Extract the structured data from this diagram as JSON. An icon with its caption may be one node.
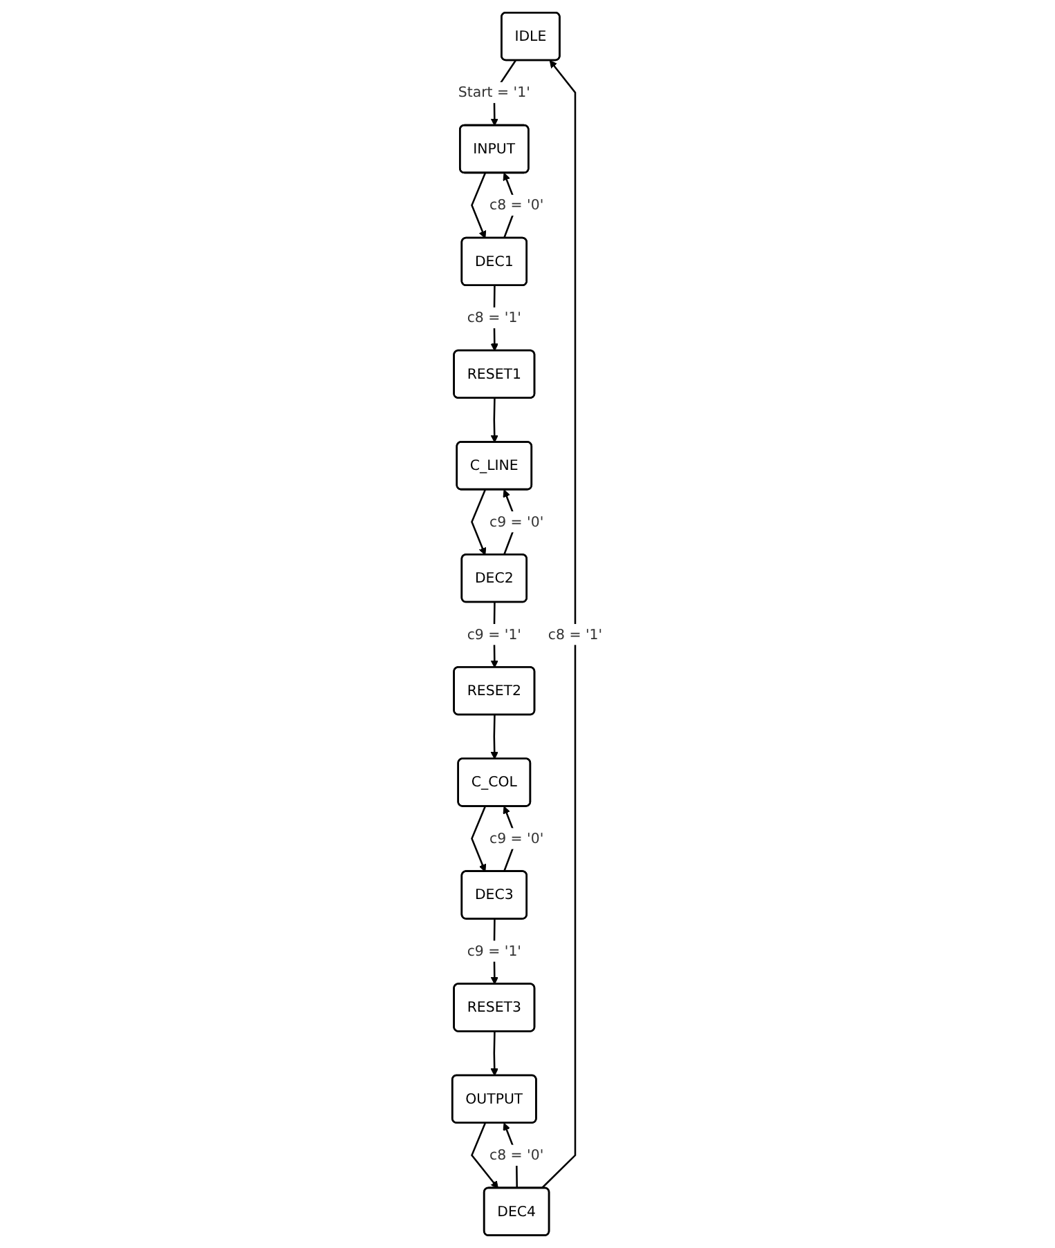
{
  "diagram": {
    "nodes": [
      {
        "text": [
          "IDLE"
        ]
      },
      {
        "text": [
          "INPUT"
        ]
      },
      {
        "text": [
          "DEC1"
        ]
      },
      {
        "text": [
          "RESET1"
        ]
      },
      {
        "text": [
          "C_LINE"
        ]
      },
      {
        "text": [
          "DEC2"
        ]
      },
      {
        "text": [
          "RESET2"
        ]
      },
      {
        "text": [
          "C_COL"
        ]
      },
      {
        "text": [
          "DEC3"
        ]
      },
      {
        "text": [
          "RESET3"
        ]
      },
      {
        "text": [
          "OUTPUT"
        ]
      },
      {
        "text": [
          "DEC4"
        ]
      }
    ],
    "edges": [
      {
        "from": 0,
        "to": 1,
        "arrow": "to",
        "label": "Start = '1'"
      },
      {
        "from": 1,
        "to": 2,
        "arrow": "to"
      },
      {
        "from": 2,
        "to": 1,
        "arrow": "to",
        "label": "c8 = '0'"
      },
      {
        "from": 2,
        "to": 3,
        "arrow": "to",
        "label": "c8 = '1'"
      },
      {
        "from": 3,
        "to": 4,
        "arrow": "to"
      },
      {
        "from": 4,
        "to": 5,
        "arrow": "to"
      },
      {
        "from": 5,
        "to": 4,
        "arrow": "to",
        "label": "c9 = '0'"
      },
      {
        "from": 5,
        "to": 6,
        "arrow": "to",
        "label": "c9 = '1'"
      },
      {
        "from": 6,
        "to": 7,
        "arrow": "to"
      },
      {
        "from": 7,
        "to": 8,
        "arrow": "to"
      },
      {
        "from": 8,
        "to": 7,
        "arrow": "to",
        "label": "c9 = '0'"
      },
      {
        "from": 8,
        "to": 9,
        "arrow": "to",
        "label": "c9 = '1'"
      },
      {
        "from": 9,
        "to": 10,
        "arrow": "to"
      },
      {
        "from": 10,
        "to": 11,
        "arrow": "to"
      },
      {
        "from": 11,
        "to": 10,
        "arrow": "to",
        "label": "c8 = '0'"
      },
      {
        "from": 11,
        "to": 0,
        "arrow": "to",
        "label": "c8 = '1'"
      }
    ]
  }
}
